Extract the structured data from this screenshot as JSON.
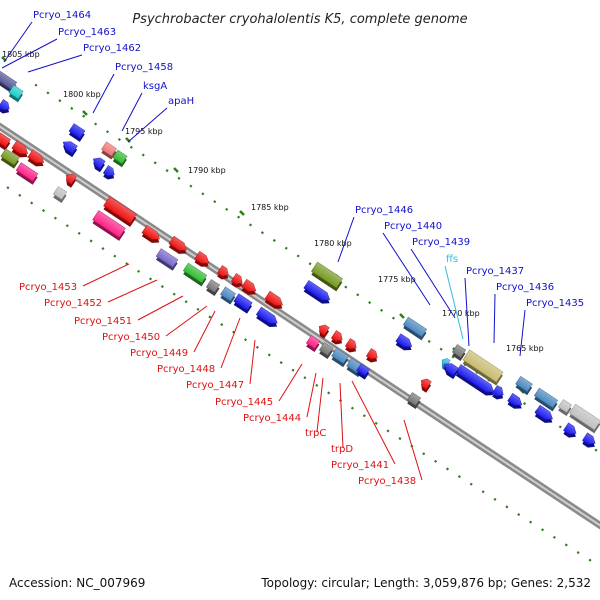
{
  "title": "Psychrobacter cryohalolentis K5, complete genome",
  "footer": {
    "accession": "Accession: NC_007969",
    "summary": "Topology: circular; Length: 3,059,876 bp; Genes: 2,532"
  },
  "colors": {
    "upper_labels": "#1010cc",
    "lower_labels": "#dd1111",
    "rna_label": "#33bbdd",
    "backbone": "#8a8a8a",
    "ticks": "#2e7d1e"
  },
  "ticks": [
    {
      "label": "1805 kbp"
    },
    {
      "label": "1800 kbp"
    },
    {
      "label": "1795 kbp"
    },
    {
      "label": "1790 kbp"
    },
    {
      "label": "1785 kbp"
    },
    {
      "label": "1780 kbp"
    },
    {
      "label": "1775 kbp"
    },
    {
      "label": "1770 kbp"
    },
    {
      "label": "1765 kbp"
    }
  ],
  "upper_labels": [
    {
      "text": "Pcryo_1464"
    },
    {
      "text": "Pcryo_1463"
    },
    {
      "text": "Pcryo_1462"
    },
    {
      "text": "Pcryo_1458"
    },
    {
      "text": "ksgA"
    },
    {
      "text": "apaH"
    },
    {
      "text": "Pcryo_1446"
    },
    {
      "text": "Pcryo_1440"
    },
    {
      "text": "Pcryo_1439"
    },
    {
      "text": "ffs"
    },
    {
      "text": "Pcryo_1437"
    },
    {
      "text": "Pcryo_1436"
    },
    {
      "text": "Pcryo_1435"
    }
  ],
  "lower_labels": [
    {
      "text": "Pcryo_1453"
    },
    {
      "text": "Pcryo_1452"
    },
    {
      "text": "Pcryo_1451"
    },
    {
      "text": "Pcryo_1450"
    },
    {
      "text": "Pcryo_1449"
    },
    {
      "text": "Pcryo_1448"
    },
    {
      "text": "Pcryo_1447"
    },
    {
      "text": "Pcryo_1445"
    },
    {
      "text": "Pcryo_1444"
    },
    {
      "text": "trpC"
    },
    {
      "text": "trpD"
    },
    {
      "text": "Pcryo_1441"
    },
    {
      "text": "Pcryo_1438"
    }
  ]
}
